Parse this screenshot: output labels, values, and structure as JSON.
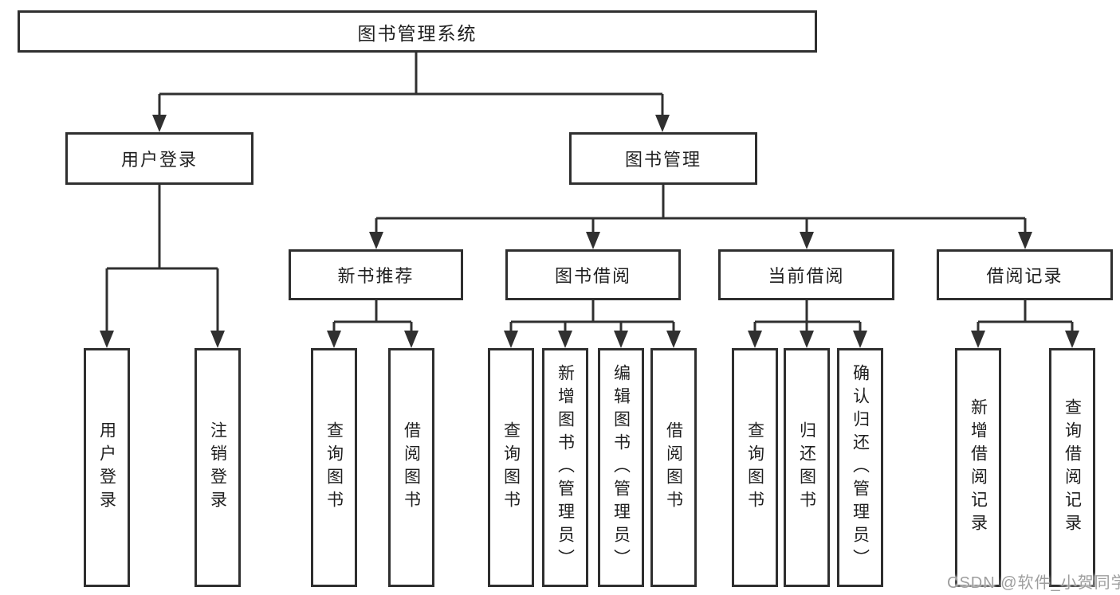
{
  "colors": {
    "line": "#303030",
    "box_border": "#2f2f2f",
    "text": "#1f1f1f",
    "watermark": "#9e9e9e",
    "background": "#ffffff"
  },
  "diagram": {
    "root": "图书管理系统",
    "branches": {
      "user_login": "用户登录",
      "book_management": "图书管理"
    },
    "modules": {
      "new_book_recommend": "新书推荐",
      "book_borrow": "图书借阅",
      "current_borrow": "当前借阅",
      "borrow_records": "借阅记录"
    },
    "leaves": {
      "user_login": "用户登录",
      "logout": "注销登录",
      "rec_query_book": "查询图书",
      "rec_borrow_book": "借阅图书",
      "bb_query_book": "查询图书",
      "bb_add_book": "新增图书（管理员）",
      "bb_edit_book": "编辑图书（管理员）",
      "bb_borrow_book": "借阅图书",
      "cb_query_book": "查询图书",
      "cb_return_book": "归还图书",
      "cb_confirm_return": "确认归还（管理员）",
      "br_add_record": "新增借阅记录",
      "br_query_record": "查询借阅记录"
    }
  },
  "watermark": "CSDN @软件_小贺同学"
}
